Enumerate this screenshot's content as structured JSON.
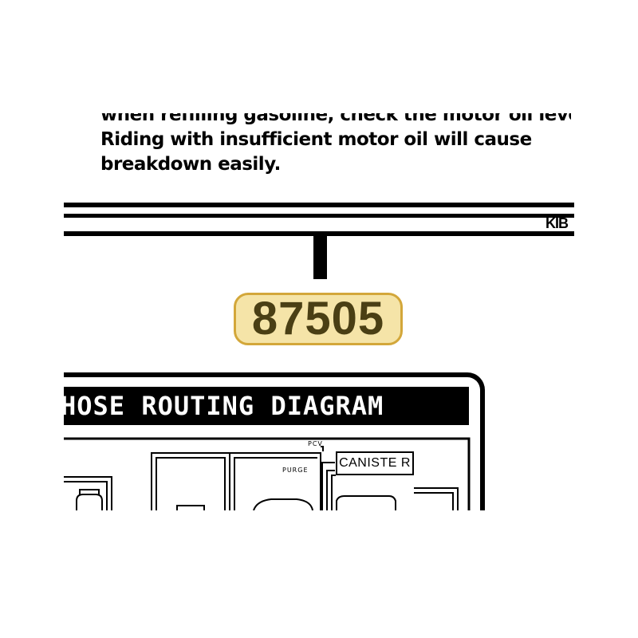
{
  "manual_text": {
    "line1": "when refilling gasoline, check the motor oil level.",
    "line2": "Riding with insufficient motor oil will cause",
    "line3": "breakdown easily."
  },
  "corner_code": "KIB",
  "part_code_badge": {
    "value": "87505",
    "background_color": "#f5e4a8",
    "border_color": "#d3a73a",
    "text_color": "#4a3f14"
  },
  "diagram": {
    "title": "HOSE ROUTING DIAGRAM",
    "labels": {
      "pcv": "PCV",
      "purge": "PURGE",
      "canister": "CANISTE R"
    }
  }
}
